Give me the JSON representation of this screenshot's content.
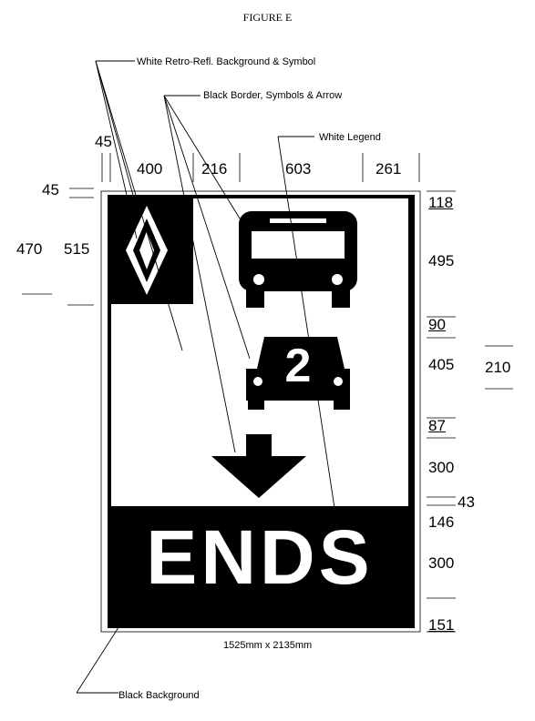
{
  "figure_title": "FIGURE E",
  "callouts": {
    "white_background": "White Retro-Refl. Background & Symbol",
    "black_border": "Black Border, Symbols & Arrow",
    "white_legend": "White Legend",
    "black_background": "Black Background"
  },
  "top_dims": [
    "45",
    "400",
    "216",
    "603",
    "261"
  ],
  "left_dims": [
    "45",
    "470",
    "515"
  ],
  "right_dims": [
    "118",
    "495",
    "90",
    "405",
    "87",
    "300",
    "43",
    "146",
    "300",
    "151"
  ],
  "far_right_dim": "210",
  "sign": {
    "car_number": "2",
    "legend": "ENDS",
    "size_caption": "1525mm x 2135mm"
  },
  "colors": {
    "black": "#000000",
    "white": "#ffffff"
  }
}
